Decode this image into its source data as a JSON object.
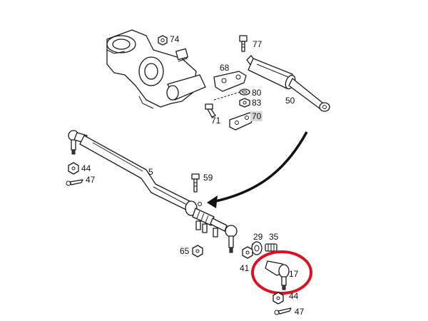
{
  "callouts": {
    "c74": "74",
    "c77": "77",
    "c68": "68",
    "c80": "80",
    "c83": "83",
    "c50": "50",
    "c71": "71",
    "c70": "70",
    "c5": "5",
    "c44a": "44",
    "c47a": "47",
    "c59": "59",
    "c65": "65",
    "c29": "29",
    "c35": "35",
    "c41": "41",
    "c17": "17",
    "c44b": "44",
    "c47b": "47"
  },
  "colors": {
    "highlight_circle": "#e0101e",
    "arrow": "#111111",
    "highlight_box": "#d9d9d9"
  }
}
